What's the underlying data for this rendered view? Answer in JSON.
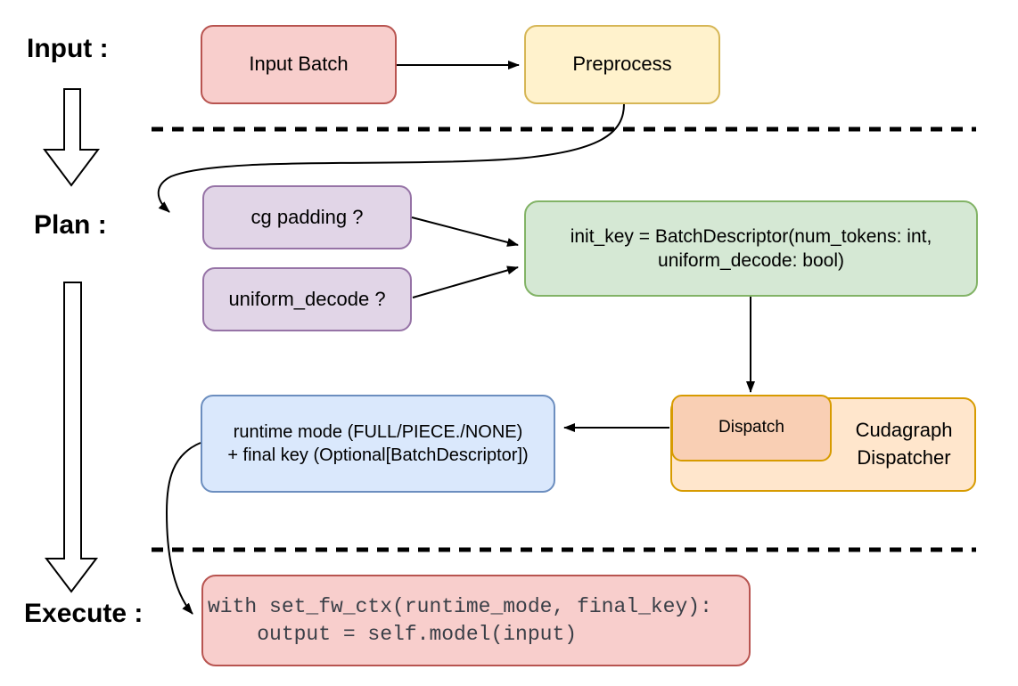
{
  "diagram": {
    "stage_labels": {
      "input": "Input :",
      "plan": "Plan :",
      "execute": "Execute :"
    },
    "nodes": {
      "input_batch": {
        "label": "Input Batch",
        "fill": "#f8cecc",
        "stroke": "#b85450"
      },
      "preprocess": {
        "label": "Preprocess",
        "fill": "#fff2cc",
        "stroke": "#d6b656"
      },
      "cg_padding": {
        "label": "cg padding ?",
        "fill": "#e1d5e7",
        "stroke": "#9673a6"
      },
      "uniform_decode": {
        "label": "uniform_decode ?",
        "fill": "#e1d5e7",
        "stroke": "#9673a6"
      },
      "init_key": {
        "line1": "init_key = BatchDescriptor(num_tokens: int,",
        "line2": "uniform_decode: bool)",
        "fill": "#d5e8d4",
        "stroke": "#82b366"
      },
      "runtime_mode": {
        "line1": "runtime mode (FULL/PIECE./NONE)",
        "line2": "+ final key (Optional[BatchDescriptor])",
        "fill": "#dae8fc",
        "stroke": "#6c8ebf"
      },
      "dispatch": {
        "label": "Dispatch",
        "fill": "#f9cfb4",
        "stroke": "#d79b00"
      },
      "cudagraph_dispatcher": {
        "line1": "Cudagraph",
        "line2": "Dispatcher",
        "fill": "#ffe6cc",
        "stroke": "#d79b00"
      },
      "execute_code": {
        "line1": "with set_fw_ctx(runtime_mode, final_key):",
        "line2": "    output = self.model(input)",
        "fill": "#f8cecc",
        "stroke": "#b85450"
      }
    },
    "connector_color": "#000000"
  }
}
